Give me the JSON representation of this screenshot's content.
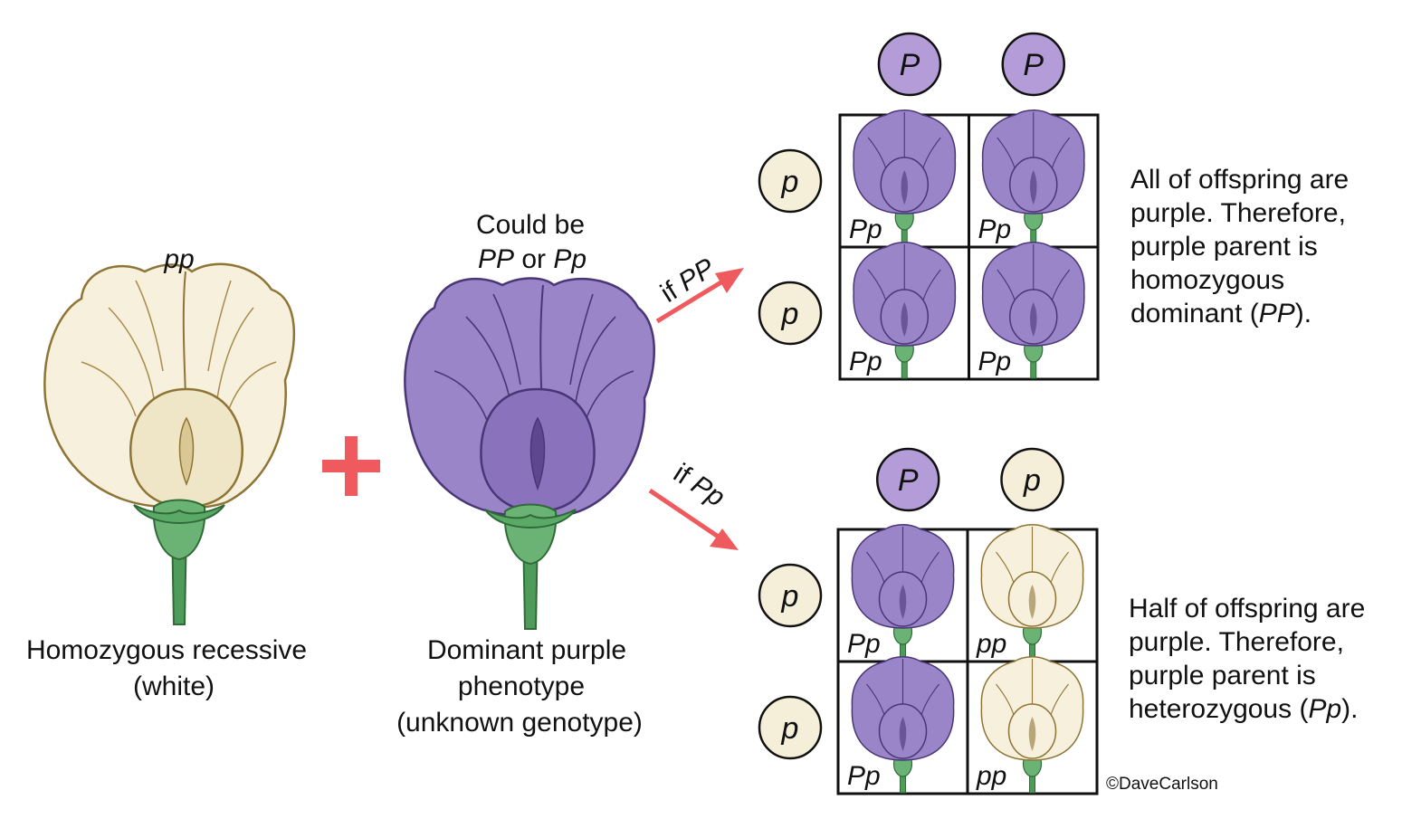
{
  "colors": {
    "purple_fill": "#9b85c9",
    "purple_dark": "#4a3677",
    "white_fill": "#f6f0dc",
    "white_dark": "#8e7435",
    "stem": "#4f9c5a",
    "arrow": "#ee5a5e",
    "plus": "#ee5a5e",
    "allele_purple": "#b49cd8",
    "allele_white": "#f5efd9"
  },
  "parents": {
    "recessive": {
      "genotype": "pp",
      "caption_line1": "Homozygous recessive",
      "caption_line2": "(white)"
    },
    "dominant": {
      "heading_line1": "Could be",
      "heading_pp": "PP",
      "heading_or": " or ",
      "heading_pp2": "Pp",
      "caption_line1": "Dominant purple",
      "caption_line2": "phenotype",
      "caption_line3": "(unknown genotype)"
    }
  },
  "arrows": {
    "top": {
      "prefix": "if ",
      "genotype": "PP"
    },
    "bottom": {
      "prefix": "if ",
      "genotype": "Pp"
    }
  },
  "square_top": {
    "col_alleles": [
      "P",
      "P"
    ],
    "row_alleles": [
      "p",
      "p"
    ],
    "cells": [
      "Pp",
      "Pp",
      "Pp",
      "Pp"
    ],
    "result_line1": "All of offspring are",
    "result_line2": "purple. Therefore,",
    "result_line3": "purple parent is",
    "result_line4": "homozygous",
    "result_line5a": "dominant (",
    "result_line5b": "PP",
    "result_line5c": ")."
  },
  "square_bottom": {
    "col_alleles": [
      "P",
      "p"
    ],
    "row_alleles": [
      "p",
      "p"
    ],
    "cells": [
      "Pp",
      "pp",
      "Pp",
      "pp"
    ],
    "result_line1": "Half of offspring are",
    "result_line2": "purple. Therefore,",
    "result_line3": "purple parent is",
    "result_line4a": "heterozygous (",
    "result_line4b": "Pp",
    "result_line4c": ")."
  },
  "credit": "©DaveCarlson"
}
